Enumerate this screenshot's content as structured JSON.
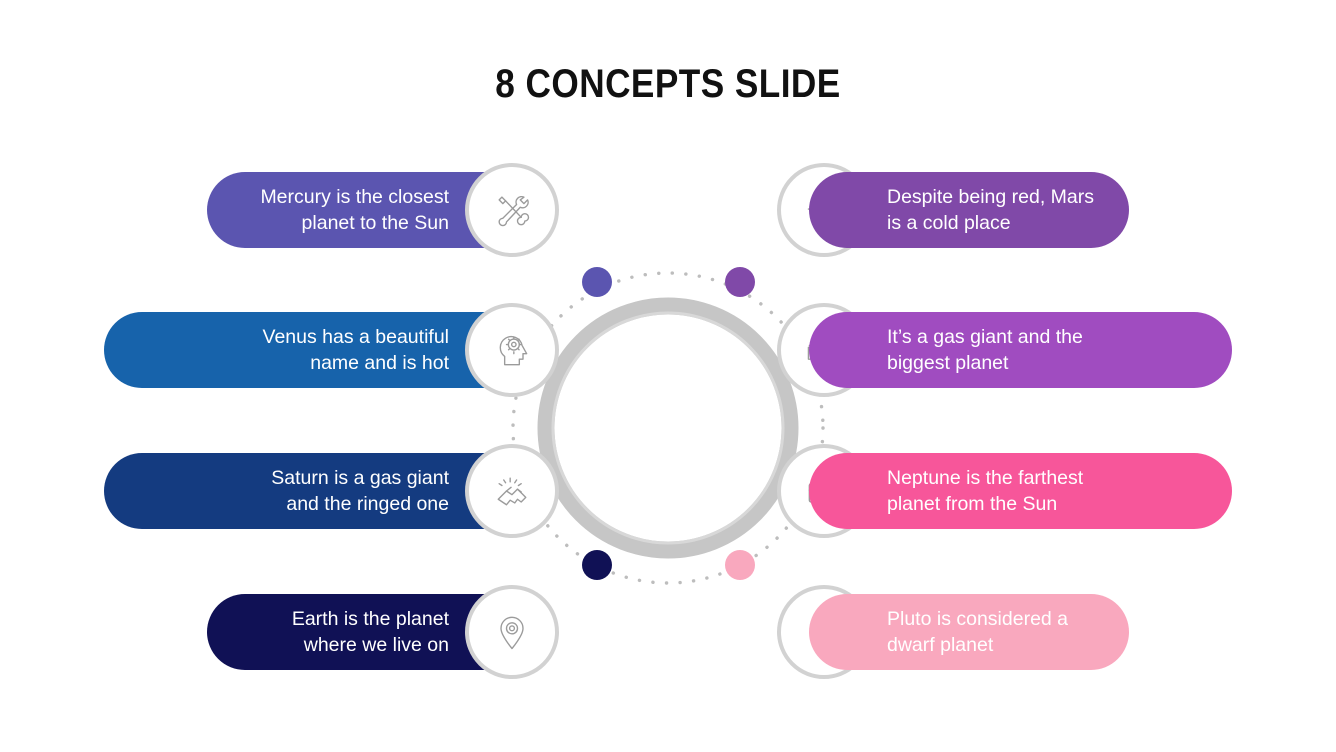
{
  "slide": {
    "title": "8 CONCEPTS SLIDE",
    "background": "#ffffff"
  },
  "center": {
    "ring_color": "#c6c6c6",
    "dotted_ring_color": "#bdbdbd",
    "description": "split gray ring with dotted orbit and eight colored nodes"
  },
  "concepts": {
    "left": [
      {
        "id": "mercury",
        "text": "Mercury is the closest\nplanet to the Sun",
        "color": "#5b55b0",
        "text_color": "#ffffff",
        "icon": "tools-icon"
      },
      {
        "id": "venus",
        "text": "Venus has a beautiful\nname and is hot",
        "color": "#1763ab",
        "text_color": "#ffffff",
        "icon": "head-gear-icon"
      },
      {
        "id": "saturn",
        "text": "Saturn is a gas giant\nand the ringed one",
        "color": "#143b80",
        "text_color": "#ffffff",
        "icon": "handshake-icon"
      },
      {
        "id": "earth",
        "text": "Earth is the planet\nwhere we live on",
        "color": "#101155",
        "text_color": "#ffffff",
        "icon": "location-pin-icon"
      }
    ],
    "right": [
      {
        "id": "mars",
        "text": "Despite being red, Mars\nis a cold place",
        "color": "#8049a8",
        "text_color": "#ffffff",
        "icon": "lightbulb-icon"
      },
      {
        "id": "jupiter",
        "text": "It’s a gas giant and the\nbiggest planet",
        "color": "#a04cc0",
        "text_color": "#ffffff",
        "icon": "money-icon"
      },
      {
        "id": "neptune",
        "text": "Neptune is the farthest\nplanet from the Sun",
        "color": "#f7569a",
        "text_color": "#ffffff",
        "icon": "briefcase-clock-icon"
      },
      {
        "id": "pluto",
        "text": "Pluto is considered a\ndwarf planet",
        "color": "#f9a8be",
        "text_color": "#ffffff",
        "icon": "phone-call-icon"
      }
    ]
  },
  "nodes": [
    {
      "id": "node-mercury",
      "color": "#5b55b0",
      "angle_deg": -67
    },
    {
      "id": "node-venus",
      "color": "#1763ab",
      "angle_deg": -22
    },
    {
      "id": "node-saturn",
      "color": "#143b80",
      "angle_deg": 22
    },
    {
      "id": "node-earth",
      "color": "#101155",
      "angle_deg": 67
    },
    {
      "id": "node-mars",
      "color": "#8049a8",
      "angle_deg": -113
    },
    {
      "id": "node-jupiter",
      "color": "#a04cc0",
      "angle_deg": -158
    },
    {
      "id": "node-neptune",
      "color": "#f7569a",
      "angle_deg": 158
    },
    {
      "id": "node-pluto",
      "color": "#f9a8be",
      "angle_deg": 113
    }
  ]
}
